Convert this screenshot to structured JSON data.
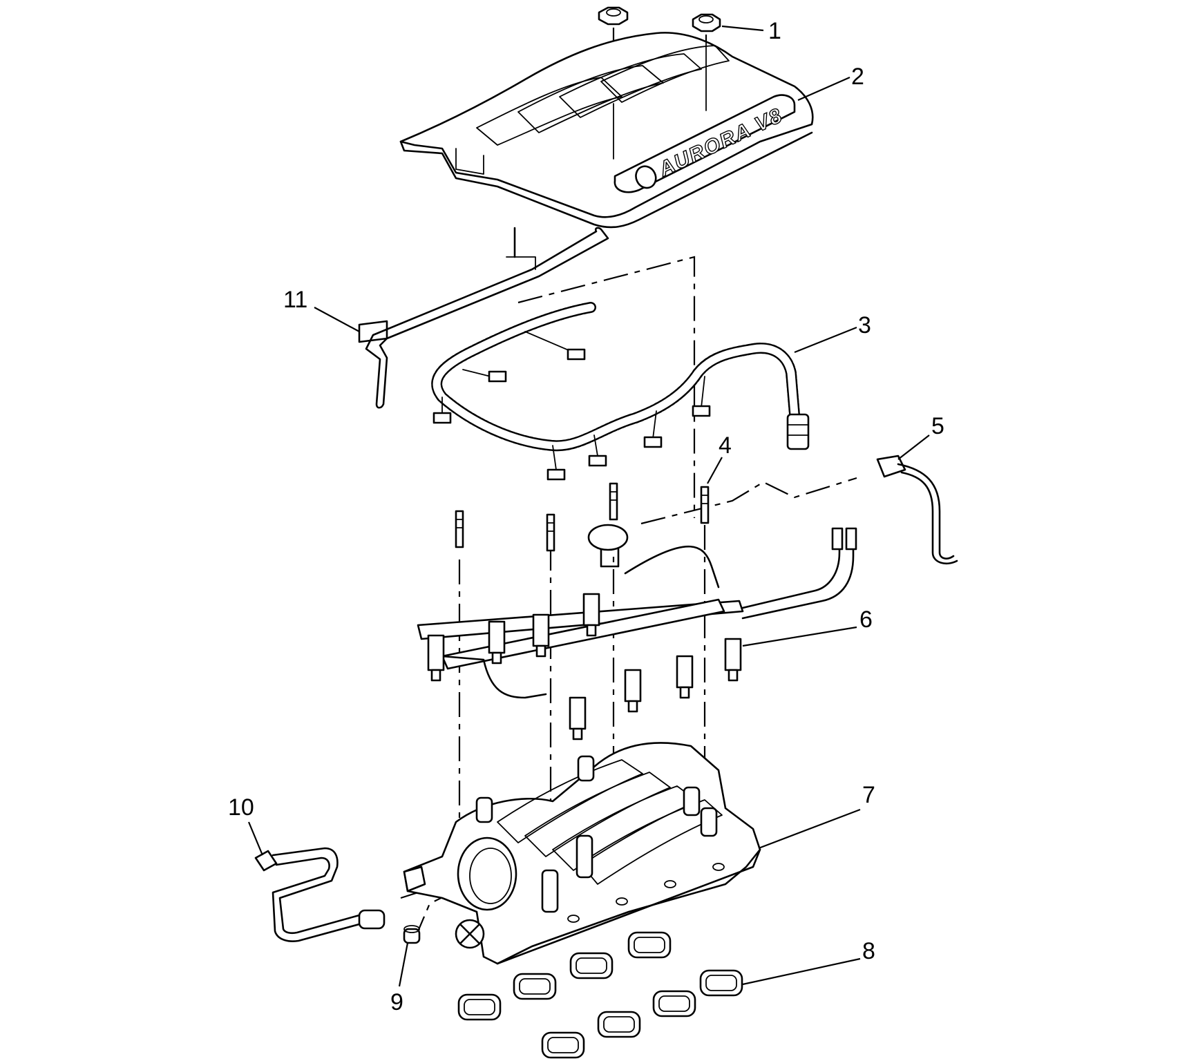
{
  "figure": {
    "brand_text": "AURORA V8",
    "callouts": [
      {
        "label": "1",
        "part": "cover-fastener"
      },
      {
        "label": "2",
        "part": "engine-sight-shield"
      },
      {
        "label": "3",
        "part": "fuel-injector-harness"
      },
      {
        "label": "4",
        "part": "fuel-rail-stud"
      },
      {
        "label": "5",
        "part": "vacuum-hose"
      },
      {
        "label": "6",
        "part": "fuel-rail-and-injectors"
      },
      {
        "label": "7",
        "part": "intake-manifold"
      },
      {
        "label": "8",
        "part": "intake-manifold-gaskets"
      },
      {
        "label": "9",
        "part": "plug"
      },
      {
        "label": "10",
        "part": "pcv-hose"
      },
      {
        "label": "11",
        "part": "bracket-tube"
      }
    ]
  }
}
